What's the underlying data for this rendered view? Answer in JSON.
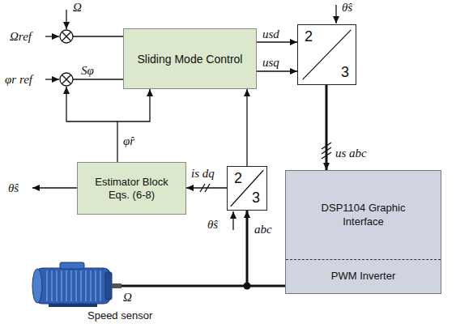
{
  "diagram": {
    "nodes": [
      {
        "text": [
          "Sliding Mode Control"
        ]
      },
      {
        "text": [
          "2",
          "3"
        ]
      },
      {
        "text": [
          "Estimator Block Eqs. (6-8)"
        ]
      },
      {
        "text": [
          "2",
          "3"
        ]
      },
      {
        "text": [
          "DSP1104 Graphic Interface",
          "PWM Inverter"
        ]
      }
    ],
    "edges": [
      {
        "from": 0,
        "to": 1,
        "arrow": "to",
        "label": "usd"
      },
      {
        "from": 0,
        "to": 1,
        "arrow": "to",
        "label": "usq"
      },
      {
        "from": 1,
        "to": 4,
        "arrow": "to",
        "label": "us abc"
      },
      {
        "from": 3,
        "to": 0,
        "arrow": "to"
      },
      {
        "from": 3,
        "to": 2,
        "arrow": "to",
        "label": "is dq"
      },
      {
        "from": 2,
        "to": 0,
        "arrow": "to",
        "label": "φ̂r"
      },
      {
        "from": 4,
        "to": 3,
        "arrow": "to",
        "label": "abc"
      }
    ],
    "labels": [
      "Ω",
      "Ωref",
      "φr ref",
      "Sφ",
      "θ̂s",
      "θ̂s",
      "θ̂s",
      "Ω",
      "Speed sensor"
    ]
  }
}
